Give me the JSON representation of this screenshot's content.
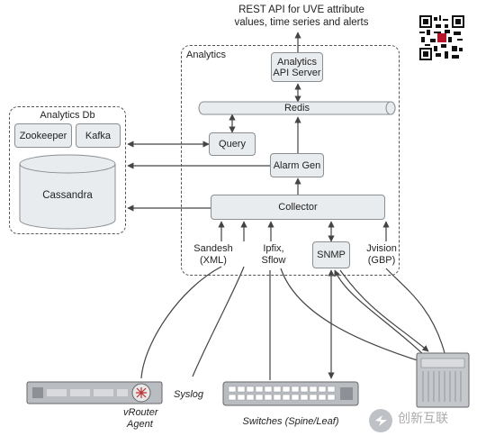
{
  "header": {
    "line1": "REST API for UVE attribute",
    "line2": "values, time series and alerts"
  },
  "analytics": {
    "label": "Analytics",
    "api_server_line1": "Analytics",
    "api_server_line2": "API Server",
    "redis": "Redis",
    "query": "Query",
    "alarm_gen": "Alarm Gen",
    "collector": "Collector",
    "snmp": "SNMP"
  },
  "db": {
    "label": "Analytics Db",
    "zookeeper": "Zookeeper",
    "kafka": "Kafka",
    "cassandra": "Cassandra"
  },
  "inputs": {
    "sandesh_line1": "Sandesh",
    "sandesh_line2": "(XML)",
    "ipfix_line1": "Ipfix,",
    "ipfix_line2": "Sflow",
    "jvision_line1": "Jvision",
    "jvision_line2": "(GBP)"
  },
  "devices": {
    "vrouter_line1": "vRouter",
    "vrouter_line2": "Agent",
    "syslog": "Syslog",
    "switches": "Switches (Spine/Leaf)"
  },
  "watermark": {
    "brand": "创新互联"
  },
  "colors": {
    "box_fill": "#e9ecef",
    "box_stroke": "#8a8f94",
    "line": "#444444"
  }
}
